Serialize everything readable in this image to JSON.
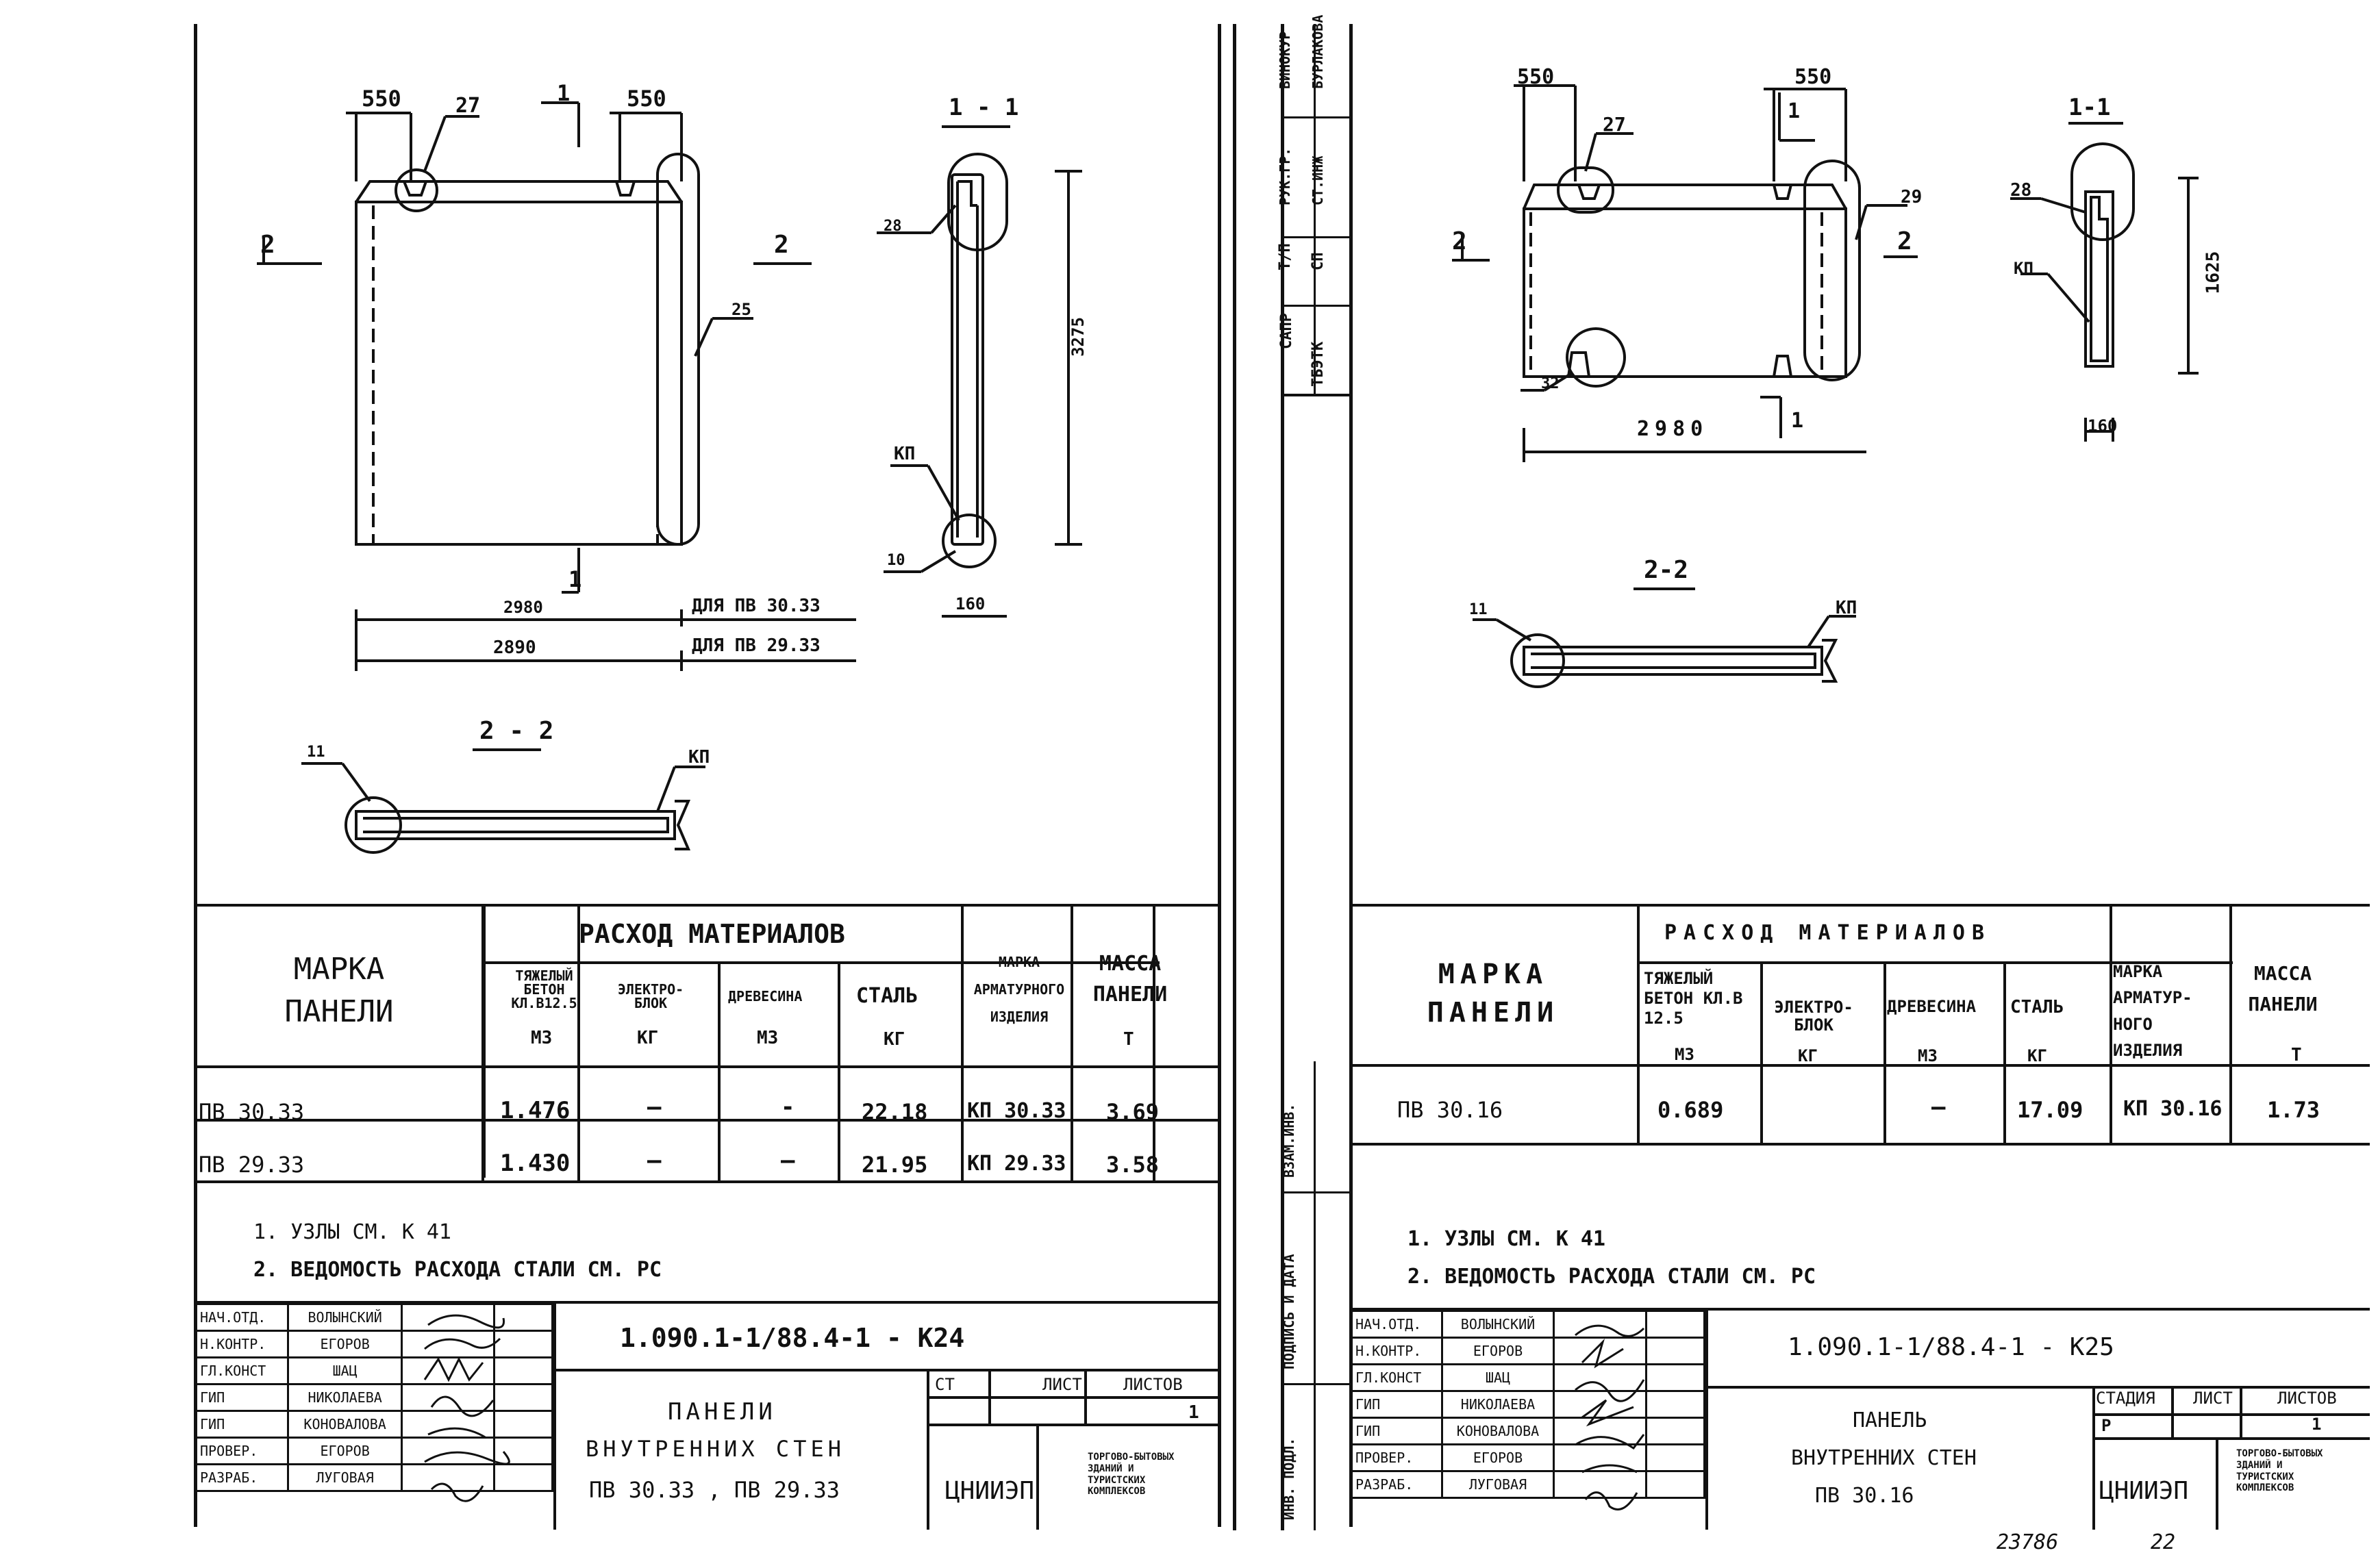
{
  "left_sheet": {
    "drawing": {
      "dim_top_left": "550",
      "dim_top_right": "550",
      "callout_27": "27",
      "section_mark_1_top": "1",
      "section_mark_1_bottom": "1",
      "section_mark_2_left": "2",
      "section_mark_2_right": "2",
      "callout_25": "25",
      "dim_width_a": "2980",
      "dim_width_b": "2890",
      "note_width_a": "ДЛЯ ПВ 30.33",
      "note_width_b": "ДЛЯ ПВ 29.33",
      "section_1_title": "1 - 1",
      "callout_28": "28",
      "callout_kp_1": "КП",
      "callout_10": "10",
      "dim_height": "3275",
      "dim_thickness": "160",
      "section_2_title": "2 - 2",
      "callout_11": "11",
      "callout_kp_2": "КП"
    },
    "table": {
      "col_mark": "МАРКА ПАНЕЛИ",
      "col_materials": "РАСХОД МАТЕРИАЛОВ",
      "col_concrete": "ТЯЖЕЛЫЙ БЕТОН КЛ.В12.5",
      "col_concrete_unit": "М3",
      "col_block": "ЭЛЕКТРО- БЛОК",
      "col_block_unit": "КГ",
      "col_wood": "ДРЕВЕСИНА",
      "col_wood_unit": "М3",
      "col_steel": "СТАЛЬ",
      "col_steel_unit": "КГ",
      "col_rebar": "МАРКА АРМАТУРНОГО ИЗДЕЛИЯ",
      "col_mass": "МАССА ПАНЕЛИ",
      "col_mass_unit": "Т",
      "rows": [
        {
          "mark": "ПВ 30.33",
          "concrete": "1.476",
          "block": "—",
          "wood": "-",
          "steel": "22.18",
          "rebar": "КП 30.33",
          "mass": "3.69"
        },
        {
          "mark": "ПВ 29.33",
          "concrete": "1.430",
          "block": "—",
          "wood": "—",
          "steel": "21.95",
          "rebar": "КП 29.33",
          "mass": "3.58"
        }
      ]
    },
    "notes": [
      "1. УЗЛЫ СМ. К 41",
      "2. ВЕДОМОСТЬ РАСХОДА СТАЛИ СМ. РС"
    ],
    "title_block": {
      "doc_code": "1.090.1-1/88.4-1 - К24",
      "title_line1": "ПАНЕЛИ",
      "title_line2": "ВНУТРЕННИХ СТЕН",
      "title_line3": "ПВ 30.33 , ПВ 29.33",
      "stage_label": "СТ",
      "sheet_label": "ЛИСТ",
      "sheets_label": "ЛИСТОВ",
      "sheets_value": "1",
      "org": "ЦНИИЭП",
      "org_note": "ТОРГОВО-БЫТОВЫХ ЗДАНИЙ И ТУРИСТСКИХ КОМПЛЕКСОВ",
      "roles": [
        {
          "role": "НАЧ.ОТД.",
          "name": "ВОЛЫНСКИЙ"
        },
        {
          "role": "Н.КОНТР.",
          "name": "ЕГОРОВ"
        },
        {
          "role": "ГЛ.КОНСТ",
          "name": "ШАЦ"
        },
        {
          "role": "ГИП",
          "name": "НИКОЛАЕВА"
        },
        {
          "role": "ГИП",
          "name": "КОНОВАЛОВА"
        },
        {
          "role": "ПРОВЕР.",
          "name": "ЕГОРОВ"
        },
        {
          "role": "РАЗРАБ.",
          "name": "ЛУГОВАЯ"
        }
      ]
    }
  },
  "right_sheet": {
    "side_stamp": {
      "labels": [
        "САПР",
        "ТБЭТК",
        "Т/П",
        "СП",
        "РУК.ГР.",
        "СТ.ИНЖ",
        "ВИНОКУР",
        "БУРЛАКОВА"
      ],
      "lower_labels": [
        "ВЗАМ.ИНВ.",
        "ПОДПИСЬ И ДАТА",
        "ИНВ. ПОДЛ."
      ]
    },
    "drawing": {
      "dim_top_left": "550",
      "dim_top_right": "550",
      "callout_27": "27",
      "section_mark_1_top": "1",
      "section_mark_1_bottom": "1",
      "section_mark_2_left": "2",
      "section_mark_2_right": "2",
      "callout_29": "29",
      "callout_32": "32",
      "dim_width": "2980",
      "section_1_title": "1-1",
      "callout_28": "28",
      "callout_kp_1": "КП",
      "dim_height": "1625",
      "dim_thickness": "160",
      "section_2_title": "2-2",
      "callout_11": "11",
      "callout_kp_2": "КП"
    },
    "table": {
      "col_mark": "МАРКА ПАНЕЛИ",
      "col_materials": "РАСХОД МАТЕРИАЛОВ",
      "col_concrete": "ТЯЖЕЛЫЙ БЕТОН КЛ.В 12.5",
      "col_concrete_unit": "М3",
      "col_block": "ЭЛЕКТРО- БЛОК",
      "col_block_unit": "КГ",
      "col_wood": "ДРЕВЕСИНА",
      "col_wood_unit": "М3",
      "col_steel": "СТАЛЬ",
      "col_steel_unit": "КГ",
      "col_rebar": "МАРКА АРМАТУР- НОГО ИЗДЕЛИЯ",
      "col_mass": "МАССА ПАНЕЛИ",
      "col_mass_unit": "Т",
      "rows": [
        {
          "mark": "ПВ 30.16",
          "concrete": "0.689",
          "block": "",
          "wood": "—",
          "steel": "17.09",
          "rebar": "КП 30.16",
          "mass": "1.73"
        }
      ]
    },
    "notes": [
      "1. УЗЛЫ СМ. К 41",
      "2. ВЕДОМОСТЬ РАСХОДА СТАЛИ СМ. РС"
    ],
    "title_block": {
      "doc_code": "1.090.1-1/88.4-1 - К25",
      "title_line1": "ПАНЕЛЬ",
      "title_line2": "ВНУТРЕННИХ СТЕН",
      "title_line3": "ПВ 30.16",
      "stage_label": "СТАДИЯ",
      "stage_value": "Р",
      "sheet_label": "ЛИСТ",
      "sheets_label": "ЛИСТОВ",
      "sheets_value": "1",
      "org": "ЦНИИЭП",
      "org_note": "ТОРГОВО-БЫТОВЫХ ЗДАНИЙ И ТУРИСТСКИХ КОМПЛЕКСОВ",
      "roles": [
        {
          "role": "НАЧ.ОТД.",
          "name": "ВОЛЫНСКИЙ"
        },
        {
          "role": "Н.КОНТР.",
          "name": "ЕГОРОВ"
        },
        {
          "role": "ГЛ.КОНСТ",
          "name": "ШАЦ"
        },
        {
          "role": "ГИП",
          "name": "НИКОЛАЕВА"
        },
        {
          "role": "ГИП",
          "name": "КОНОВАЛОВА"
        },
        {
          "role": "ПРОВЕР.",
          "name": "ЕГОРОВ"
        },
        {
          "role": "РАЗРАБ.",
          "name": "ЛУГОВАЯ"
        }
      ]
    },
    "footer_numbers": {
      "archive": "23786",
      "page": "22"
    }
  }
}
